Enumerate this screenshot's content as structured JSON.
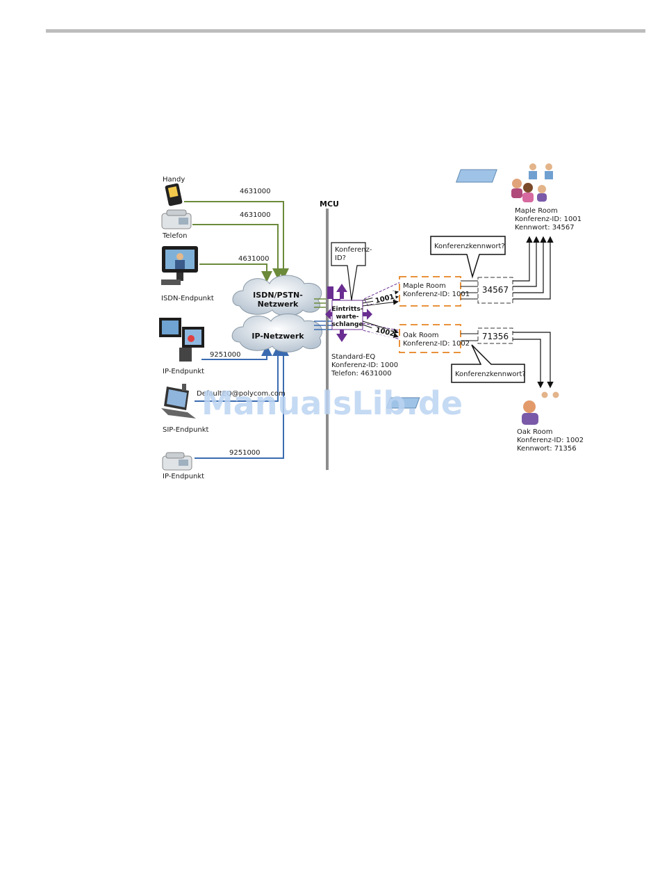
{
  "devices": {
    "handy": "Handy",
    "telefon": "Telefon",
    "isdn": "ISDN-Endpunkt",
    "ip1": "IP-Endpunkt",
    "sip": "SIP-Endpunkt",
    "ip2": "IP-Endpunkt"
  },
  "numbers": {
    "handy": "4631000",
    "telefon": "4631000",
    "isdn": "4631000",
    "ip1": "9251000",
    "sip": "DefaultEQ@polycom.com",
    "ip2": "9251000"
  },
  "clouds": {
    "isdn": [
      "ISDN/PSTN-",
      "Netzwerk"
    ],
    "ip": "IP-Netzwerk"
  },
  "mcu": "MCU",
  "queue": {
    "label": [
      "Eintritts-",
      "warte-",
      "schlange"
    ],
    "bubble": [
      "Konferenz-",
      "ID?"
    ],
    "info": [
      "Standard-EQ",
      "Konferenz-ID: 1000",
      "Telefon: 4631000"
    ]
  },
  "routes": {
    "maple": "1001",
    "oak": "1002"
  },
  "rooms": {
    "maple_box": [
      "Maple Room",
      "Konferenz-ID: 1001"
    ],
    "oak_box": [
      "Oak Room",
      "Konferenz-ID: 1002"
    ],
    "maple_pw": "34567",
    "oak_pw": "71356",
    "pw_question_top": "Konferenzkennwort?",
    "pw_question_bottom": "Konferenzkennwort?",
    "maple_info": [
      "Maple Room",
      "Konferenz-ID: 1001",
      "Kennwort: 34567"
    ],
    "oak_info": [
      "Oak Room",
      "Konferenz-ID: 1002",
      "Kennwort: 71356"
    ]
  },
  "watermark": "ManualsLib.de",
  "colors": {
    "green": "#6b8a3a",
    "blue": "#3a6bb0",
    "purple": "#6a2d91",
    "orange": "#e8913a",
    "watermark": "#bcd4f2"
  }
}
